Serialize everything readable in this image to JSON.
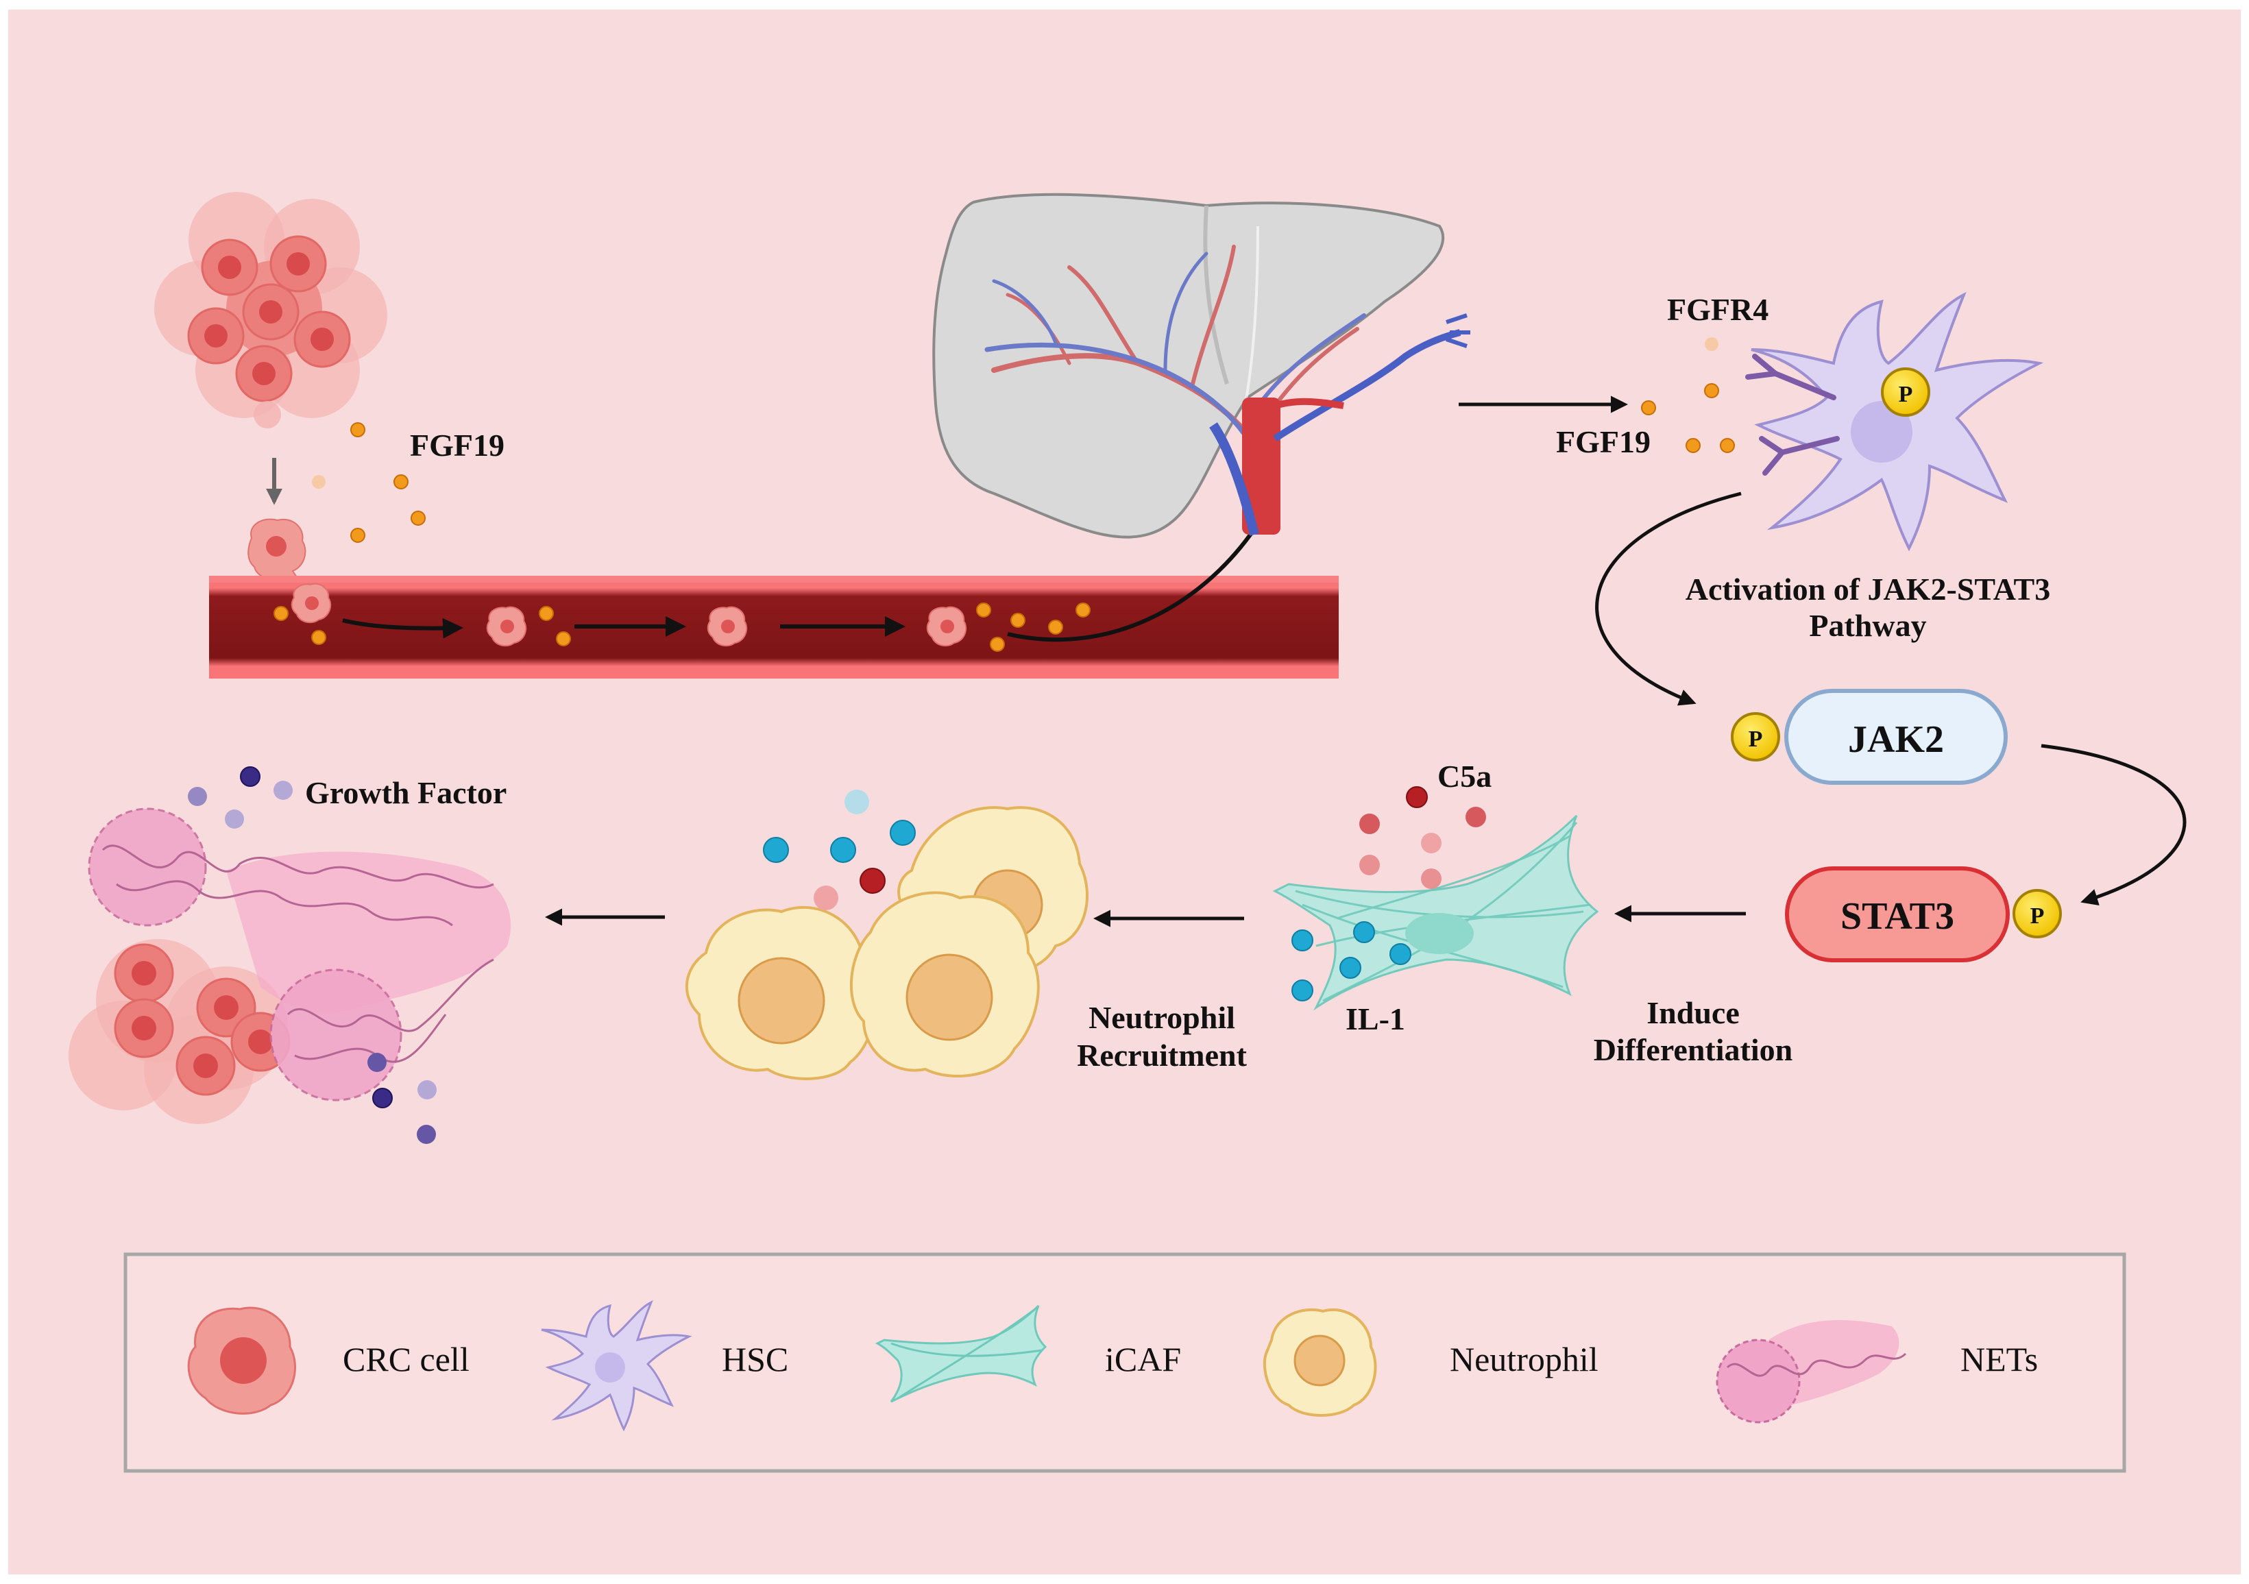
{
  "colors": {
    "background": "#f7d9da",
    "panel": "#fbe2e3",
    "vessel_dark": "#8e1a1c",
    "vessel_light": "#f36c6f",
    "crc_cell": "#ee8f8c",
    "hsc_cell": "#d9cff0",
    "icaf": "#a9e3da",
    "neutrophil": "#f7e6b0",
    "nets": "#f2a8cc",
    "fgf19_dot": "#ec9318",
    "c5a_dot": "#b61f24",
    "il1_dot": "#22a9d3",
    "growth_factor_dot": "#4a3b8f",
    "phospho": "#f8d21b",
    "jak2_fill": "#e6f1fb",
    "stat3_fill": "#f79a96"
  },
  "labels": {
    "fgf19_top": "FGF19",
    "fgfr4": "FGFR4",
    "fgf19_right": "FGF19",
    "pathway_line1": "Activation of JAK2-STAT3",
    "pathway_line2": "Pathway",
    "jak2": "JAK2",
    "stat3": "STAT3",
    "phospho": "P",
    "c5a": "C5a",
    "il1": "IL-1",
    "induce_line1": "Induce",
    "induce_line2": "Differentiation",
    "neutrophil_line1": "Neutrophil",
    "neutrophil_line2": "Recruitment",
    "growth_factor": "Growth Factor"
  },
  "legend": [
    {
      "key": "crc",
      "label": "CRC cell",
      "icon": "crc-cell-icon"
    },
    {
      "key": "hsc",
      "label": "HSC",
      "icon": "hsc-icon"
    },
    {
      "key": "icaf",
      "label": "iCAF",
      "icon": "icaf-icon"
    },
    {
      "key": "neutrophil",
      "label": "Neutrophil",
      "icon": "neutrophil-icon"
    },
    {
      "key": "nets",
      "label": "NETs",
      "icon": "nets-icon"
    }
  ]
}
